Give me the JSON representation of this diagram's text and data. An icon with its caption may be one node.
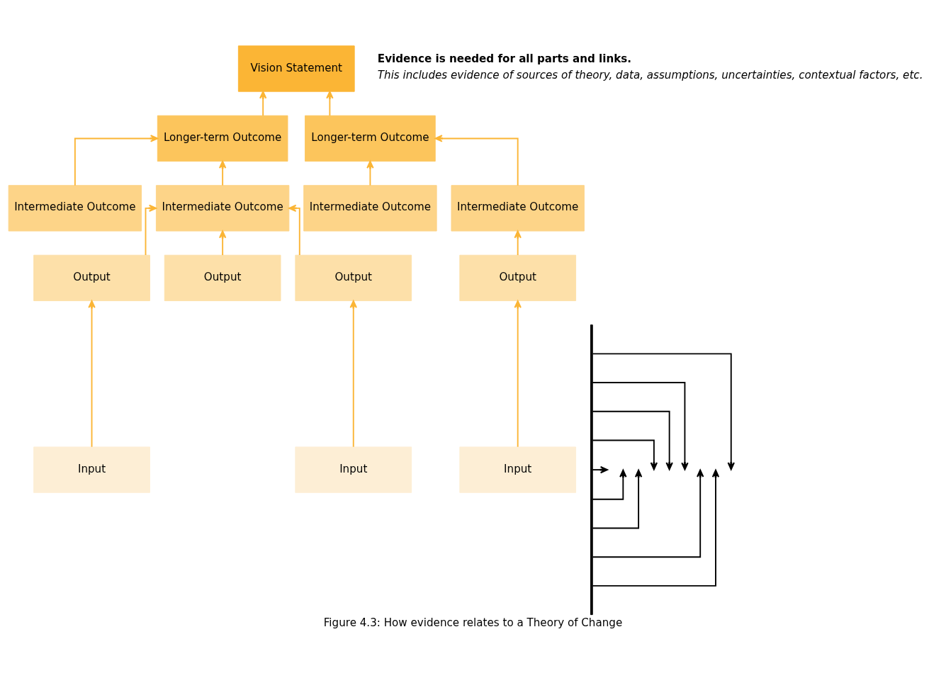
{
  "diagram": {
    "caption": "Figure 4.3: How evidence relates to a Theory of Change",
    "nodes": [
      {
        "text": [
          "Vision Statement"
        ]
      },
      {
        "text": [
          "Longer-term Outcome"
        ]
      },
      {
        "text": [
          "Longer-term Outcome"
        ]
      },
      {
        "text": [
          "Intermediate Outcome"
        ]
      },
      {
        "text": [
          "Intermediate Outcome"
        ]
      },
      {
        "text": [
          "Intermediate Outcome"
        ]
      },
      {
        "text": [
          "Intermediate Outcome"
        ]
      },
      {
        "text": [
          "Output"
        ]
      },
      {
        "text": [
          "Output"
        ]
      },
      {
        "text": [
          "Output"
        ]
      },
      {
        "text": [
          "Output"
        ]
      },
      {
        "text": [
          "Input"
        ]
      },
      {
        "text": [
          "Input"
        ]
      },
      {
        "text": [
          "Input"
        ]
      },
      {
        "text": [],
        "shape": "bar"
      }
    ],
    "edges": [
      {
        "from": 1,
        "to": 0,
        "arrow": "to"
      },
      {
        "from": 2,
        "to": 0,
        "arrow": "to"
      },
      {
        "from": 3,
        "to": 1,
        "arrow": "to"
      },
      {
        "from": 4,
        "to": 1,
        "arrow": "to"
      },
      {
        "from": 5,
        "to": 2,
        "arrow": "to"
      },
      {
        "from": 6,
        "to": 2,
        "arrow": "to"
      },
      {
        "from": 7,
        "to": 4,
        "arrow": "to"
      },
      {
        "from": 8,
        "to": 4,
        "arrow": "to"
      },
      {
        "from": 9,
        "to": 4,
        "arrow": "to"
      },
      {
        "from": 10,
        "to": 6,
        "arrow": "to"
      },
      {
        "from": 11,
        "to": 7,
        "arrow": "to"
      },
      {
        "from": 12,
        "to": 9,
        "arrow": "to"
      },
      {
        "from": 13,
        "to": 10,
        "arrow": "to"
      },
      {
        "from": 14,
        "to": null,
        "arrow": "to",
        "color": "#000000"
      },
      {
        "from": 14,
        "to": null,
        "arrow": "to",
        "color": "#000000"
      },
      {
        "from": 14,
        "to": null,
        "arrow": "to",
        "color": "#000000"
      },
      {
        "from": 14,
        "to": null,
        "arrow": "to",
        "color": "#000000"
      },
      {
        "from": 14,
        "to": null,
        "arrow": "to",
        "color": "#000000"
      },
      {
        "from": 14,
        "to": null,
        "arrow": "to",
        "color": "#000000"
      },
      {
        "from": 14,
        "to": null,
        "arrow": "to",
        "color": "#000000"
      },
      {
        "from": 14,
        "to": null,
        "arrow": "to",
        "color": "#000000"
      },
      {
        "from": 14,
        "to": null,
        "arrow": "to",
        "color": "#000000"
      }
    ],
    "labels": [
      "Evidence is needed for all parts and links.",
      "This includes evidence of sources of theory, data, assumptions, uncertainties, contextual factors, etc."
    ]
  }
}
